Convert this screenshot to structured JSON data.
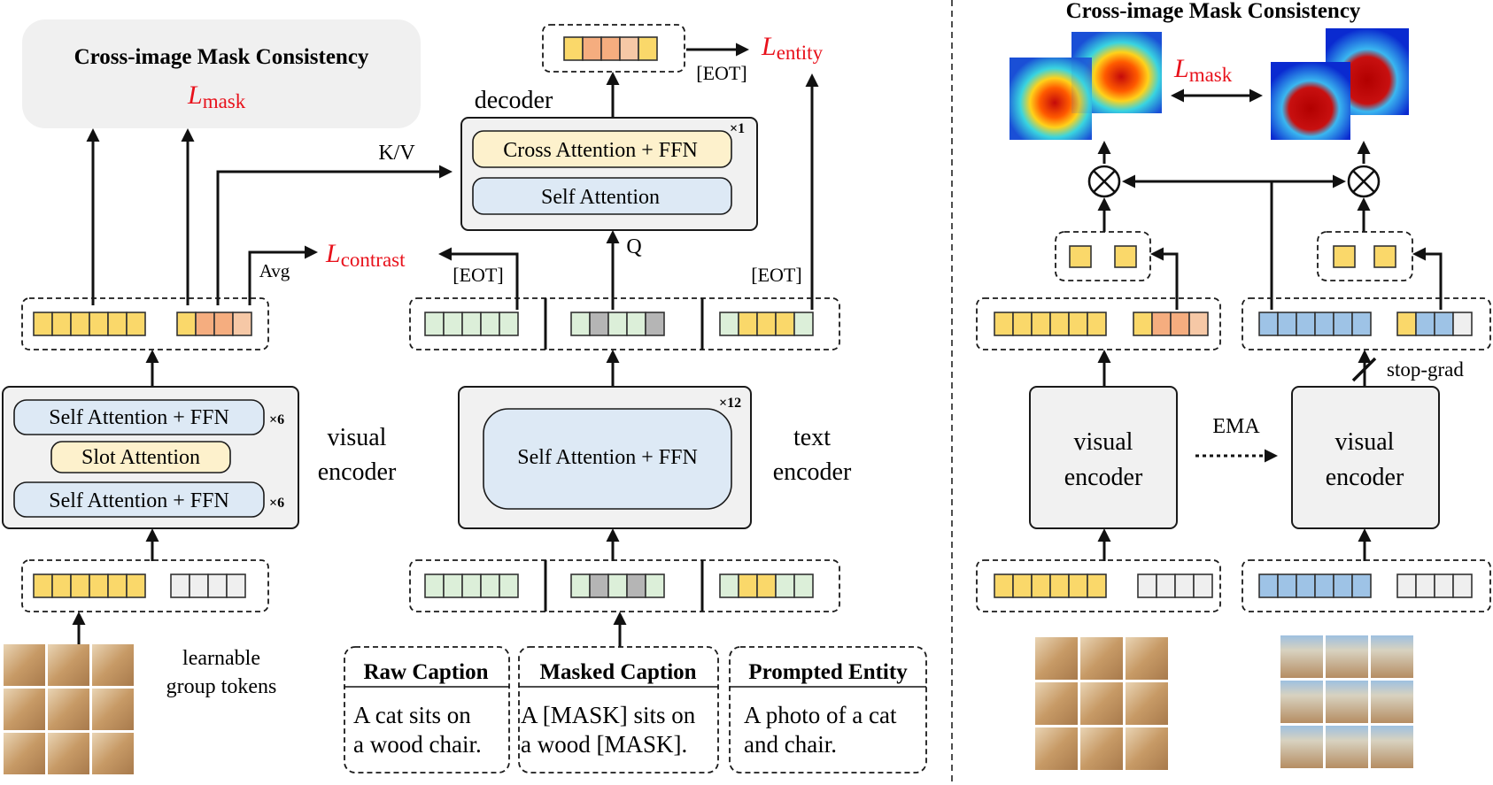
{
  "left": {
    "title": "Cross-image Mask Consistency",
    "loss_mask": {
      "main": "L",
      "sub": "mask"
    },
    "loss_contrast": {
      "main": "L",
      "sub": "contrast"
    },
    "loss_entity": {
      "main": "L",
      "sub": "entity"
    },
    "kv_label": "K/V",
    "avg_label": "Avg",
    "q_label": "Q",
    "eot_left": "[EOT]",
    "eot_right": "[EOT]",
    "eot_top": "[EOT]",
    "decoder_label": "decoder",
    "decoder_cross": "Cross Attention + FFN",
    "decoder_self": "Self Attention",
    "decoder_repeat": "×1",
    "visual_encoder": {
      "label_line1": "visual",
      "label_line2": "encoder",
      "block_top": "Self Attention + FFN",
      "block_mid": "Slot Attention",
      "block_bot": "Self Attention + FFN",
      "repeat_top": "×6",
      "repeat_bot": "×6"
    },
    "text_encoder": {
      "label_line1": "text",
      "label_line2": "encoder",
      "block": "Self Attention + FFN",
      "repeat": "×12"
    },
    "group_tokens": {
      "line1": "learnable",
      "line2": "group tokens"
    },
    "captions": [
      {
        "title": "Raw Caption",
        "line1": "A cat sits on",
        "line2": "a wood chair."
      },
      {
        "title": "Masked Caption",
        "line1": "A [MASK] sits on",
        "line2": "a wood [MASK]."
      },
      {
        "title": "Prompted Entity",
        "line1": "A photo of a cat",
        "line2": "and chair."
      }
    ]
  },
  "right": {
    "title": "Cross-image Mask Consistency",
    "loss_mask": {
      "main": "L",
      "sub": "mask"
    },
    "ema_label": "EMA",
    "stop_grad": "stop-grad",
    "encoder_left": {
      "line1": "visual",
      "line2": "encoder"
    },
    "encoder_right": {
      "line1": "visual",
      "line2": "encoder"
    }
  },
  "colors": {
    "yellow": "#fad86a",
    "orange1": "#f5ad7f",
    "orange2": "#f6c8a6",
    "green": "#dcefd9",
    "gray_token": "#b5b5b5",
    "empty_token": "#efefef",
    "blue_token": "#9ec3e6",
    "blue_block": "#dde9f5",
    "yellow_block": "#fdf1cc",
    "loss_red": "#e8111b"
  }
}
